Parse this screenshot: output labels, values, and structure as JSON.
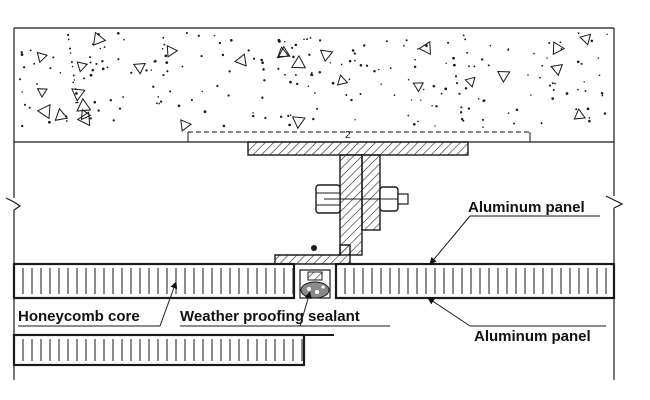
{
  "labels": {
    "aluminum_panel_top": "Aluminum panel",
    "aluminum_panel_bottom": "Aluminum panel",
    "honeycomb_core": "Honeycomb core",
    "weather_sealant": "Weather proofing sealant",
    "slab_mark": "2"
  },
  "colors": {
    "line": "#1a1a1a",
    "background": "#ffffff",
    "sealant": "#8a8a8a",
    "hatch": "#222222"
  },
  "icons": [
    "concrete-slab",
    "t-bracket",
    "bolt-nut",
    "angle-bracket",
    "honeycomb-panel",
    "sealant-joint",
    "break-line"
  ]
}
